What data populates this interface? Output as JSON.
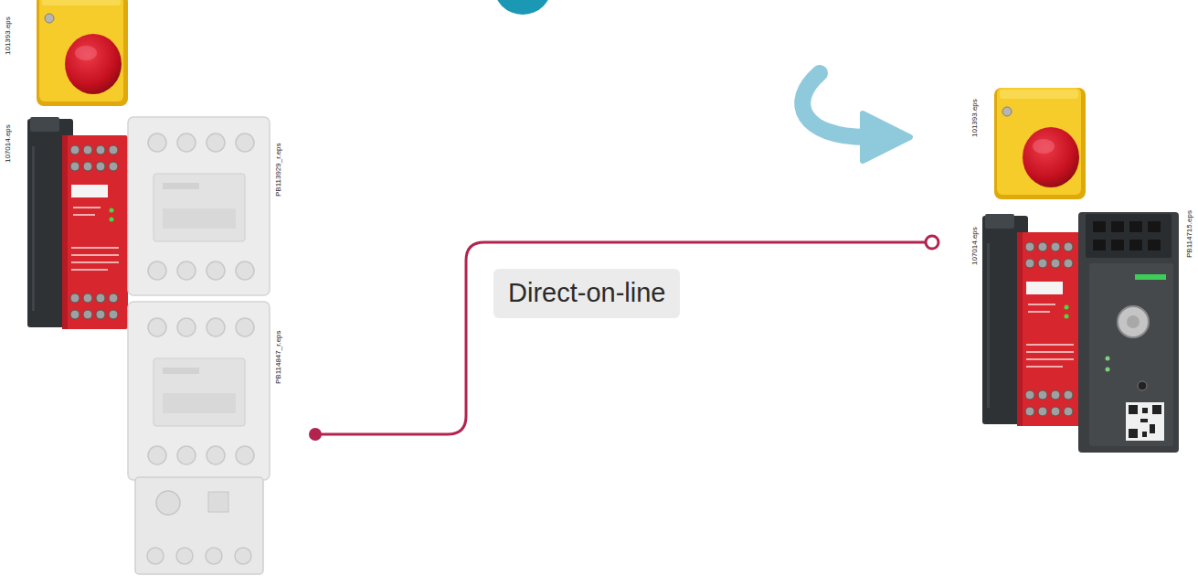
{
  "diagram": {
    "nodes": [
      {
        "text": [
          "101393.eps",
          "107014.eps",
          "PB113929_r.eps",
          "PB114847_r.eps"
        ]
      },
      {
        "text": [
          "101393.eps",
          "107014.eps",
          "PB114715.eps"
        ]
      }
    ],
    "edges": [
      {
        "from": 0,
        "to": 1,
        "arrow": "none",
        "label": "Direct-on-line"
      }
    ]
  }
}
